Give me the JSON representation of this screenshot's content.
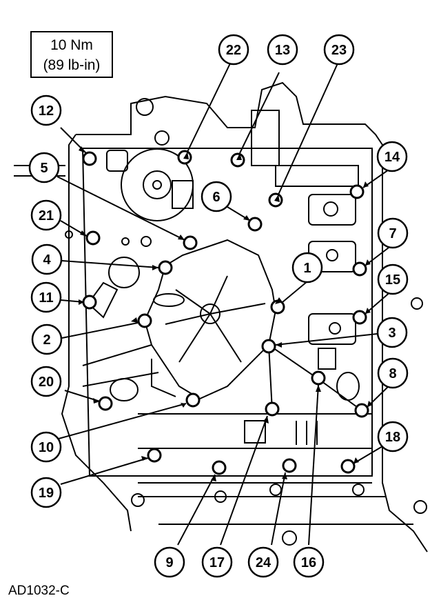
{
  "torque_spec": {
    "line1": "10 Nm",
    "line2": "(89 lb-in)"
  },
  "figure_id": "AD1032-C",
  "callouts": [
    {
      "key": "c1",
      "label": "1"
    },
    {
      "key": "c2",
      "label": "2"
    },
    {
      "key": "c3",
      "label": "3"
    },
    {
      "key": "c4",
      "label": "4"
    },
    {
      "key": "c5",
      "label": "5"
    },
    {
      "key": "c6",
      "label": "6"
    },
    {
      "key": "c7",
      "label": "7"
    },
    {
      "key": "c8",
      "label": "8"
    },
    {
      "key": "c9",
      "label": "9"
    },
    {
      "key": "c10",
      "label": "10"
    },
    {
      "key": "c11",
      "label": "11"
    },
    {
      "key": "c12",
      "label": "12"
    },
    {
      "key": "c13",
      "label": "13"
    },
    {
      "key": "c14",
      "label": "14"
    },
    {
      "key": "c15",
      "label": "15"
    },
    {
      "key": "c16",
      "label": "16"
    },
    {
      "key": "c17",
      "label": "17"
    },
    {
      "key": "c18",
      "label": "18"
    },
    {
      "key": "c19",
      "label": "19"
    },
    {
      "key": "c20",
      "label": "20"
    },
    {
      "key": "c21",
      "label": "21"
    },
    {
      "key": "c22",
      "label": "22"
    },
    {
      "key": "c23",
      "label": "23"
    },
    {
      "key": "c24",
      "label": "24"
    }
  ]
}
